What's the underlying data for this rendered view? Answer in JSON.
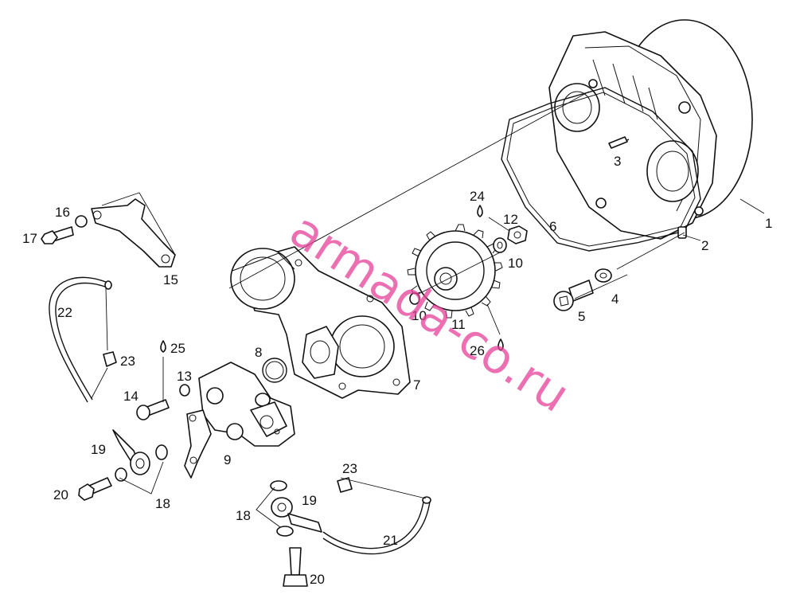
{
  "diagram": {
    "watermark": "armada-co.ru",
    "callouts": {
      "c1": "1",
      "c2": "2",
      "c3": "3",
      "c4": "4",
      "c5": "5",
      "c6": "6",
      "c7": "7",
      "c8": "8",
      "c9": "9",
      "c10a": "10",
      "c10b": "10",
      "c11": "11",
      "c12": "12",
      "c13": "13",
      "c14": "14",
      "c15": "15",
      "c16": "16",
      "c17": "17",
      "c18a": "18",
      "c18b": "18",
      "c19a": "19",
      "c19b": "19",
      "c20a": "20",
      "c20b": "20",
      "c21": "21",
      "c22": "22",
      "c23a": "23",
      "c23b": "23",
      "c24": "24",
      "c25": "25",
      "c26": "26"
    }
  }
}
